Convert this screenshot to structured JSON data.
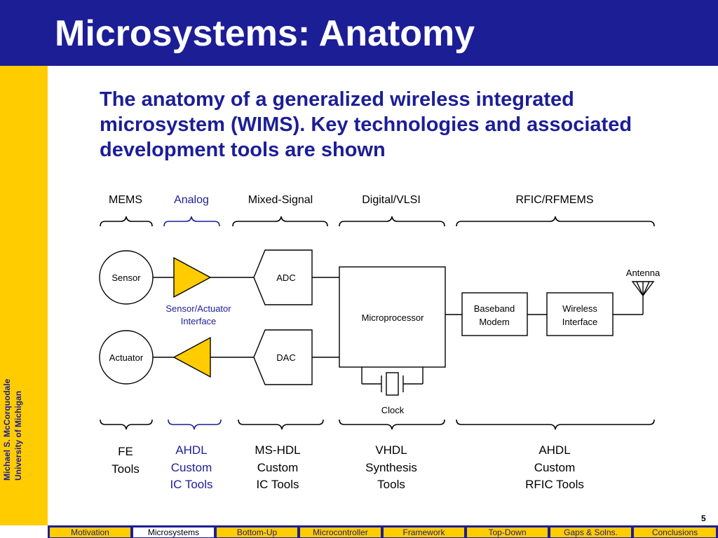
{
  "slide": {
    "title": "Microsystems: Anatomy",
    "subtitle": "The anatomy of a generalized wireless integrated microsystem (WIMS). Key technologies and associated development tools are shown",
    "author_line1": "Michael S. McCorquodale",
    "author_line2": "University of Michigan",
    "page_number": "5"
  },
  "colors": {
    "title_bar": "#1c1e96",
    "side_bar": "#ffcc00",
    "accent_text": "#1c1e96",
    "amplifier_fill": "#ffcc00"
  },
  "diagram": {
    "categories": {
      "mems": "MEMS",
      "analog": "Analog",
      "mixed_signal": "Mixed-Signal",
      "digital_vlsi": "Digital/VLSI",
      "rfic_rfmems": "RFIC/RFMEMS"
    },
    "nodes": {
      "sensor": "Sensor",
      "actuator": "Actuator",
      "adc": "ADC",
      "dac": "DAC",
      "microprocessor": "Microprocessor",
      "baseband_modem_1": "Baseband",
      "baseband_modem_2": "Modem",
      "wireless_interface_1": "Wireless",
      "wireless_interface_2": "Interface",
      "antenna": "Antenna",
      "clock": "Clock",
      "sensor_actuator_interface_1": "Sensor/Actuator",
      "sensor_actuator_interface_2": "Interface"
    },
    "tools": {
      "mems": [
        "FE",
        "Tools"
      ],
      "analog": [
        "AHDL",
        "Custom",
        "IC Tools"
      ],
      "mixed_signal": [
        "MS-HDL",
        "Custom",
        "IC Tools"
      ],
      "digital_vlsi": [
        "VHDL",
        "Synthesis",
        "Tools"
      ],
      "rfic": [
        "AHDL",
        "Custom",
        "RFIC Tools"
      ]
    }
  },
  "nav": {
    "tabs": [
      "Motivation",
      "Microsystems",
      "Bottom-Up",
      "Microcontroller",
      "Framework",
      "Top-Down",
      "Gaps & Solns.",
      "Conclusions"
    ],
    "active_index": 1
  }
}
